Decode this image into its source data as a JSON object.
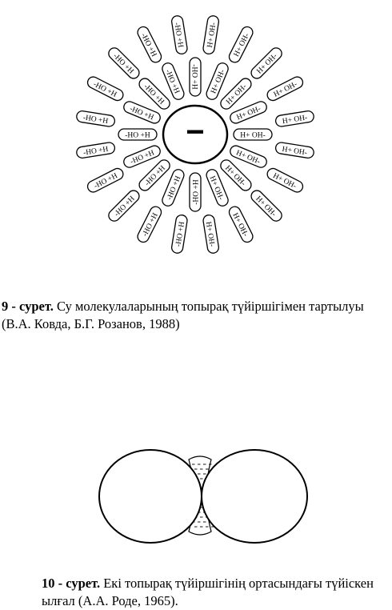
{
  "figure9": {
    "particle_sign": "−",
    "molecule_label_in": "-HO +H",
    "molecule_label_out": "H+ OH-",
    "caption_number": "9 - сурет.",
    "caption_text": " Су молекулаларының топырақ түйіршігімен тартылуы (В.А. Ковда, Б.Г. Розанов, 1988)"
  },
  "figure10": {
    "caption_number": "10 - сурет.",
    "caption_text": " Екі топырақ түйіршігінің ортасындағы түйіскен ылғал (А.А. Роде, 1965)."
  }
}
